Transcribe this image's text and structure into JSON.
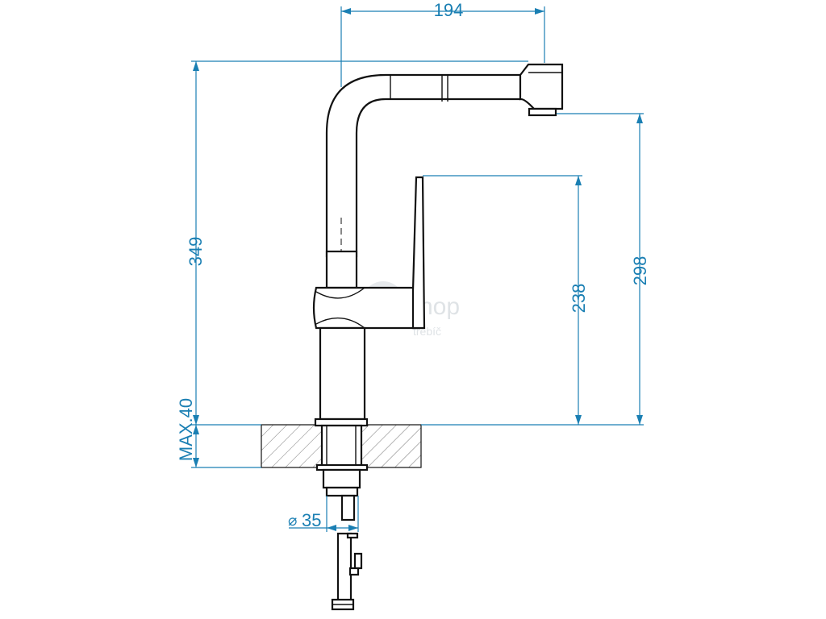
{
  "dimensions": {
    "spout_reach": "194",
    "total_height": "349",
    "aerator_height": "298",
    "handle_height": "238",
    "max_thickness": "MAX.40",
    "diameter_symbol": "⌀",
    "diameter_value": "35"
  },
  "watermark": {
    "logo_text": "shop",
    "subtext": "třebíč"
  },
  "colors": {
    "dimension": "#1a7fb3",
    "outline": "#111111",
    "watermark": "#dfe3e6"
  }
}
